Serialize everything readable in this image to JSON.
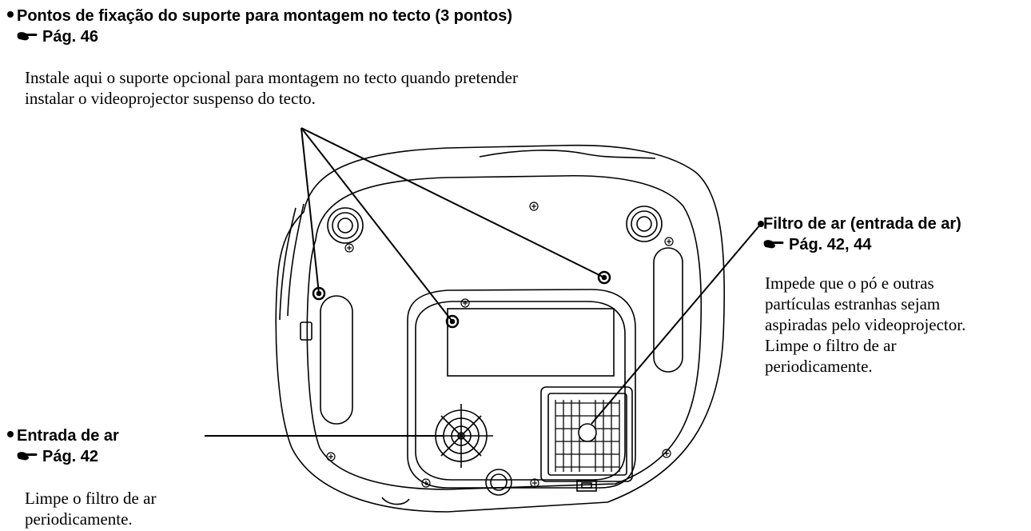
{
  "top_callout": {
    "title": "Pontos de fixação do suporte para montagem no tecto (3 pontos)",
    "page_ref": "Pág. 46",
    "description_line1": "Instale aqui o suporte opcional para montagem no tecto quando pretender",
    "description_line2": "instalar o videoprojector suspenso do tecto."
  },
  "right_callout": {
    "title": "Filtro de ar (entrada de ar)",
    "page_ref": "Pág. 42, 44",
    "lines": [
      "Impede que o pó e outras",
      "partículas estranhas sejam",
      "aspiradas pelo videoprojector.",
      "Limpe o filtro de ar",
      "periodicamente."
    ]
  },
  "left_callout": {
    "title": "Entrada de ar",
    "page_ref": "Pág. 42",
    "lines": [
      "Limpe o filtro de ar",
      "periodicamente."
    ]
  },
  "icons": {
    "page_reference": "pointing-hand-icon",
    "bullet": "bullet-dot"
  }
}
